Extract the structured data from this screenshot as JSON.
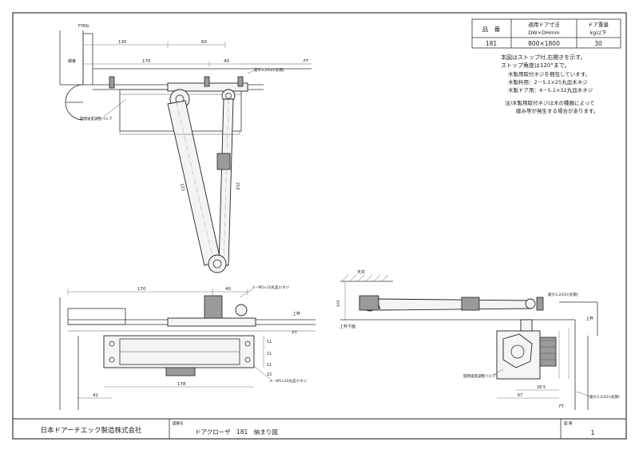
{
  "spec_table": {
    "headers": [
      "品　番",
      "適用ドア寸法\nDW×DHmm",
      "ドア重量\nkg以下"
    ],
    "row": [
      "181",
      "800×1800",
      "30"
    ]
  },
  "notes": [
    "本図はストップ付,右開きを示す。",
    "ストップ角度は120°まで。",
    "木製用取付ネジを梱包しています。",
    "木製枠用：2－5.1×25丸皿木ネジ",
    "木製ドア用：4－5.1×32丸皿木ネジ",
    "注)木製用取付ネジは木の種類によって",
    "緩み等が発生する場合があります。"
  ],
  "labels": {
    "fyng": "FYNG",
    "hinge_side": "蝶番",
    "valve_top": "開閉速度調整バルブ",
    "valve_side": "開閉速度調整バルブ",
    "range_top": "最大3.2(02)(初期)",
    "range_side_top": "最大3.2(02)(初期)",
    "range_side_bottom": "最大3.2(02)(初期)",
    "ft": "FT",
    "ft_bottom": "FT",
    "ceiling": "天井",
    "frame_top": "上枠",
    "frame_top_right": "上枠",
    "frame_bottom_line": "上枠下面",
    "screw_2": "2－M5×10丸皿小ネジ",
    "screw_4": "4－M5×20丸皿小ネジ"
  },
  "dims": {
    "d130": "130",
    "d60": "60",
    "d170": "170",
    "d40": "40",
    "d223": "223",
    "d210": "210",
    "b170": "170",
    "b40": "40",
    "b178": "178",
    "b41": "41",
    "v11a": "11",
    "v11b": "11",
    "v11c": "11",
    "v15": "15",
    "s100": "100",
    "s67": "67",
    "s285": "28.5"
  },
  "title_block": {
    "company": "日本ドアーチエック製造株式会社",
    "name_label": "図番名",
    "drawing_name": "ドアクローザ　181　納まり図",
    "sheet_label": "図 番",
    "sheet_number": "1"
  }
}
